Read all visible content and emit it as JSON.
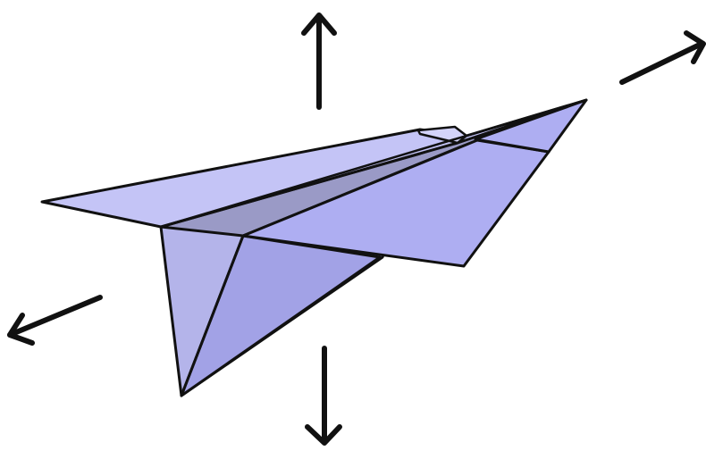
{
  "diagram": {
    "subject": "paper-airplane",
    "force_arrows": [
      {
        "id": "up",
        "direction": "up"
      },
      {
        "id": "down",
        "direction": "down"
      },
      {
        "id": "forward",
        "direction": "up-right"
      },
      {
        "id": "backward",
        "direction": "down-left"
      }
    ],
    "colors": {
      "background": "#ffffff",
      "outline": "#111111",
      "arrow": "#111111",
      "wing_top": "#c4c4f6",
      "wing_right": "#aeaef2",
      "body_left": "#b4b4ea",
      "body_right": "#a2a2e6",
      "fold_crease": "#9a9ac6",
      "cockpit": "#d4d4fa"
    }
  }
}
